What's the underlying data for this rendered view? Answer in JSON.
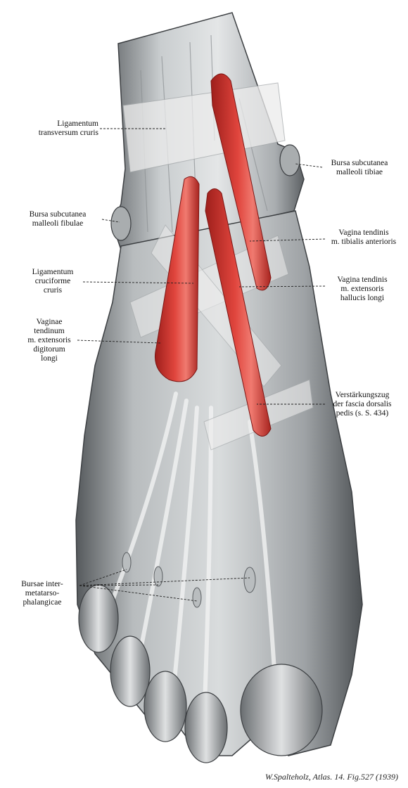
{
  "labels": {
    "lig_transversum": [
      "Ligamentum",
      "transversum cruris"
    ],
    "bursa_tibiae": [
      "Bursa subcutanea",
      "malleoli tibiae"
    ],
    "bursa_fibulae": [
      "Bursa subcutanea",
      "malleoli fibulae"
    ],
    "vagina_tibialis": [
      "Vagina tendinis",
      "m. tibialis anterioris"
    ],
    "lig_cruciforme": [
      "Ligamentum",
      "cruciforme",
      "cruris"
    ],
    "vagina_hallucis": [
      "Vagina tendinis",
      "m. extensoris",
      "hallucis longi"
    ],
    "vaginae_digitorum": [
      "Vaginae",
      "tendinum",
      "m. extensoris",
      "digitorum",
      "longi"
    ],
    "verstarkungszug": [
      "Verstärkungszug",
      "der fascia dorsalis",
      "pedis (s. S. 434)"
    ],
    "bursae_inter": [
      "Bursae inter-",
      "metatarso-",
      "phalangicae"
    ]
  },
  "credit": "W.Spalteholz, Atlas. 14. Fig.527 (1939)",
  "colors": {
    "tendon_sheath": "#d23a33",
    "tissue": "#cfd3d4",
    "shadow": "#5a5e61"
  }
}
